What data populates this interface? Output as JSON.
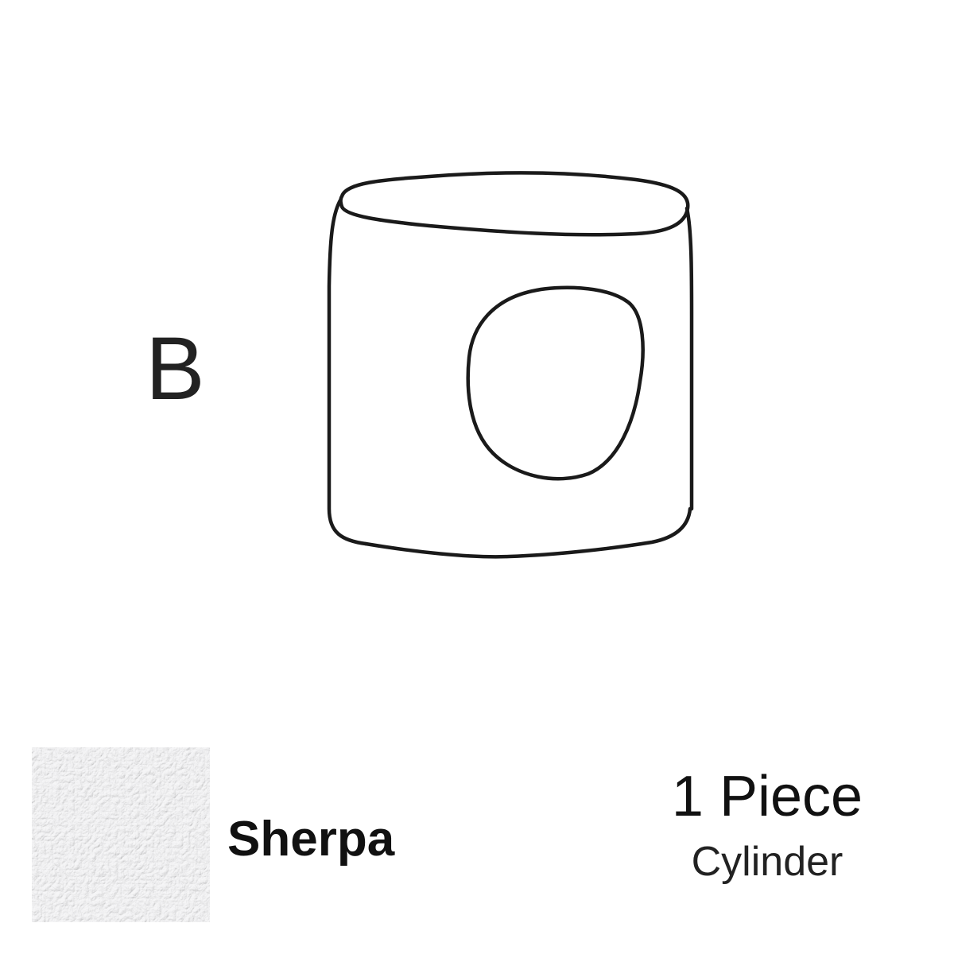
{
  "variant": {
    "letter": "B"
  },
  "drawing": {
    "icon": "cylinder-with-round-opening-icon",
    "stroke_color": "#1a1a1a"
  },
  "fabric": {
    "swatch_icon": "sherpa-texture-swatch",
    "name": "Sherpa"
  },
  "piece": {
    "count": "1 Piece",
    "shape": "Cylinder"
  }
}
